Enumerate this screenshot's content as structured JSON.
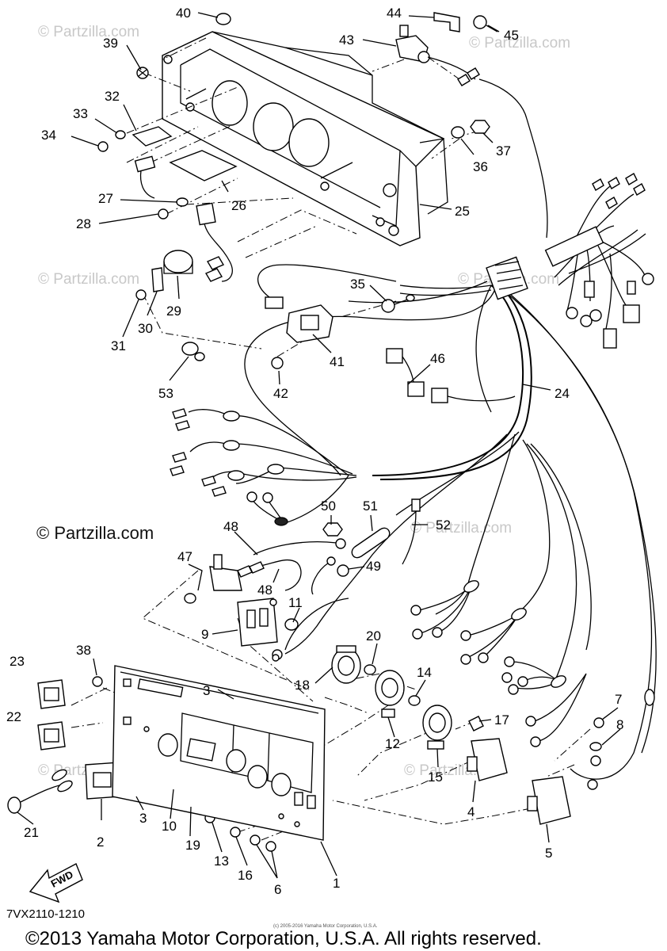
{
  "diagram": {
    "diagram_code": "7VX2110-1210",
    "copyright": "©2013 Yamaha Motor Corporation, U.S.A. All rights reserved.",
    "tiny_notice": "(c) 2005-2016 Yamaha Motor Corporation, U.S.A.",
    "watermark": "© Partzilla.com",
    "fwd_label": "FWD",
    "callouts": {
      "c1": "1",
      "c2": "2",
      "c3a": "3",
      "c3b": "3",
      "c4": "4",
      "c5": "5",
      "c6": "6",
      "c7": "7",
      "c8": "8",
      "c9": "9",
      "c10": "10",
      "c11": "11",
      "c12": "12",
      "c13": "13",
      "c14": "14",
      "c15": "15",
      "c16": "16",
      "c17": "17",
      "c18": "18",
      "c19": "19",
      "c20": "20",
      "c21": "21",
      "c22": "22",
      "c23": "23",
      "c24": "24",
      "c25": "25",
      "c26": "26",
      "c27": "27",
      "c28": "28",
      "c29": "29",
      "c30": "30",
      "c31": "31",
      "c32": "32",
      "c33": "33",
      "c34": "34",
      "c35": "35",
      "c36": "36",
      "c37": "37",
      "c38": "38",
      "c39": "39",
      "c40": "40",
      "c41": "41",
      "c42": "42",
      "c43": "43",
      "c44": "44",
      "c45": "45",
      "c46": "46",
      "c47": "47",
      "c48a": "48",
      "c48b": "48",
      "c49": "49",
      "c50": "50",
      "c51": "51",
      "c52": "52",
      "c53": "53"
    }
  }
}
